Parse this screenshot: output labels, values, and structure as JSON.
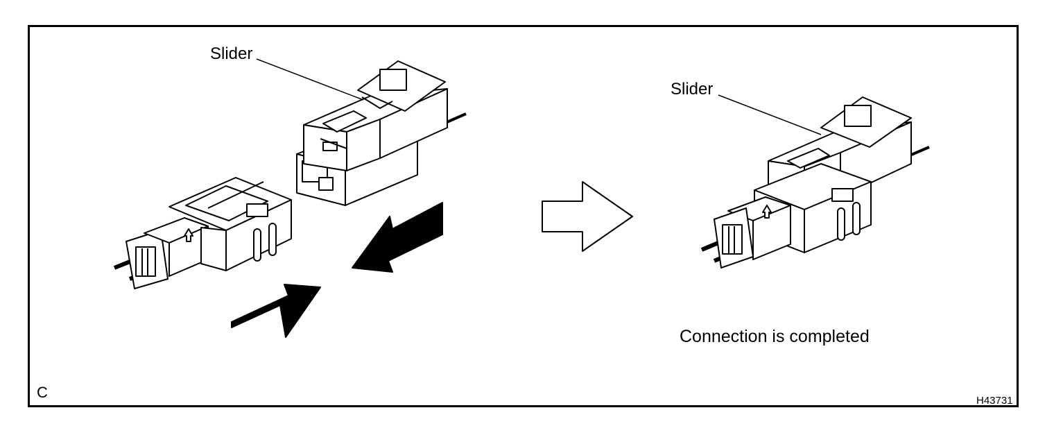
{
  "labels": {
    "slider_before": "Slider",
    "slider_after": "Slider",
    "completed_caption": "Connection is completed",
    "step_letter": "C",
    "figure_code": "H43731"
  },
  "icons": {
    "push_arrow": "solid-black-arrow",
    "result_arrow": "outline-arrow",
    "lock_mark": "small-up-arrow"
  }
}
